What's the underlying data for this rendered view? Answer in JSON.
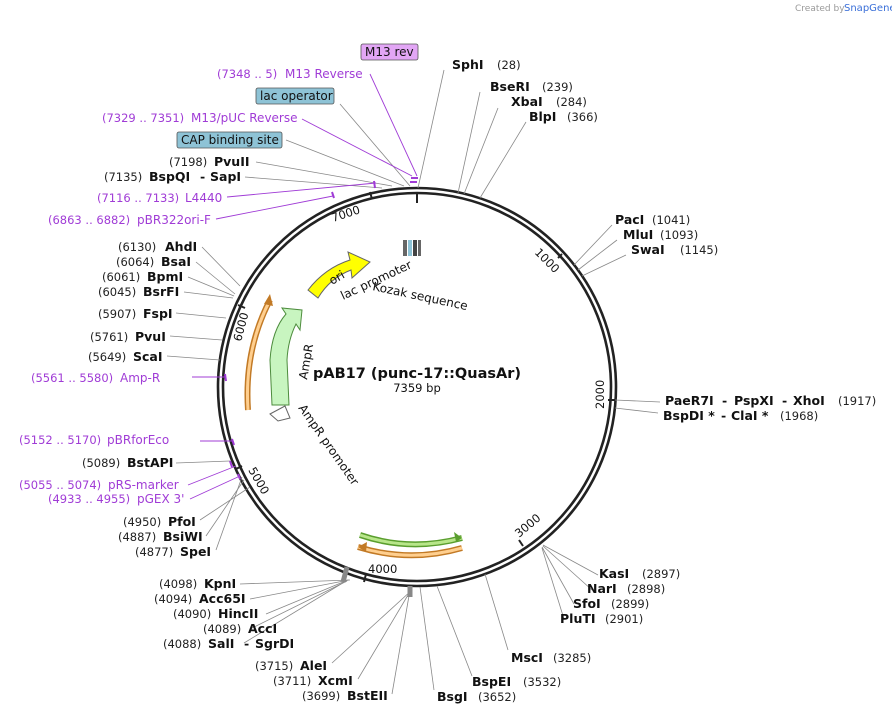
{
  "watermark": {
    "created_by": "Created by",
    "brand": "SnapGene"
  },
  "plasmid": {
    "name": "pAB17 (punc-17::QuasAr)",
    "size_label": "7359 bp"
  },
  "ticks": [
    "1000",
    "2000",
    "3000",
    "4000",
    "5000",
    "6000",
    "7000"
  ],
  "features": {
    "ori": "ori",
    "ampr": "AmpR",
    "ampr_promoter": "AmpR promoter",
    "lac_promoter": "lac promoter",
    "kozak": "Kozak sequence"
  },
  "boxes": [
    {
      "label": "M13 rev",
      "color": "#e2a6f5"
    },
    {
      "label": "lac operator",
      "color": "#8ec3d6"
    },
    {
      "label": "CAP binding site",
      "color": "#8ec3d6"
    }
  ],
  "enzymes": [
    {
      "name": "SphI",
      "pos": "(28)"
    },
    {
      "name": "BseRI",
      "pos": "(239)"
    },
    {
      "name": "XbaI",
      "pos": "(284)"
    },
    {
      "name": "BlpI",
      "pos": "(366)"
    },
    {
      "name": "PacI",
      "pos": "(1041)"
    },
    {
      "name": "MluI",
      "pos": "(1093)"
    },
    {
      "name": "SwaI",
      "pos": "(1145)"
    },
    {
      "name": "PaeR7I",
      "sep1": "-",
      "name2": "PspXI",
      "sep2": "-",
      "name3": "XhoI",
      "pos": "(1917)"
    },
    {
      "name": "BspDI *",
      "sep1": "-",
      "name2": "ClaI *",
      "pos": "(1968)"
    },
    {
      "name": "KasI",
      "pos": "(2897)"
    },
    {
      "name": "NarI",
      "pos": "(2898)"
    },
    {
      "name": "SfoI",
      "pos": "(2899)"
    },
    {
      "name": "PluTI",
      "pos": "(2901)"
    },
    {
      "name": "MscI",
      "pos": "(3285)"
    },
    {
      "name": "BspEI",
      "pos": "(3532)"
    },
    {
      "name": "BsgI",
      "pos": "(3652)"
    },
    {
      "name": "AleI",
      "pos": "(3715)"
    },
    {
      "name": "XcmI",
      "pos": "(3711)"
    },
    {
      "name": "BstEII",
      "pos": "(3699)"
    },
    {
      "name": "KpnI",
      "pos": "(4098)"
    },
    {
      "name": "Acc65I",
      "pos": "(4094)"
    },
    {
      "name": "HincII",
      "pos": "(4090)"
    },
    {
      "name": "AccI",
      "pos": "(4089)"
    },
    {
      "name": "SalI",
      "sep1": "-",
      "name2": "SgrDI",
      "pos": "(4088)"
    },
    {
      "name": "PfoI",
      "pos": "(4950)"
    },
    {
      "name": "BsiWI",
      "pos": "(4887)"
    },
    {
      "name": "SpeI",
      "pos": "(4877)"
    },
    {
      "name": "BstAPI",
      "pos": "(5089)"
    },
    {
      "name": "ScaI",
      "pos": "(5649)"
    },
    {
      "name": "PvuI",
      "pos": "(5761)"
    },
    {
      "name": "FspI",
      "pos": "(5907)"
    },
    {
      "name": "BsrFI",
      "pos": "(6045)"
    },
    {
      "name": "BpmI",
      "pos": "(6061)"
    },
    {
      "name": "BsaI",
      "pos": "(6064)"
    },
    {
      "name": "AhdI",
      "pos": "(6130)"
    },
    {
      "name": "BspQI",
      "sep1": "-",
      "name2": "SapI",
      "pos": "(7135)"
    },
    {
      "name": "PvuII",
      "pos": "(7198)"
    }
  ],
  "primers": [
    {
      "range": "(7348 .. 5)",
      "name": "M13 Reverse"
    },
    {
      "range": "(7329 .. 7351)",
      "name": "M13/pUC Reverse"
    },
    {
      "range": "(7116 .. 7133)",
      "name": "L4440"
    },
    {
      "range": "(6863 .. 6882)",
      "name": "pBR322ori-F"
    },
    {
      "range": "(5561 .. 5580)",
      "name": "Amp-R"
    },
    {
      "range": "(5152 .. 5170)",
      "name": "pBRforEco"
    },
    {
      "range": "(5055 .. 5074)",
      "name": "pRS-marker"
    },
    {
      "range": "(4933 .. 4955)",
      "name": "pGEX 3'"
    }
  ]
}
